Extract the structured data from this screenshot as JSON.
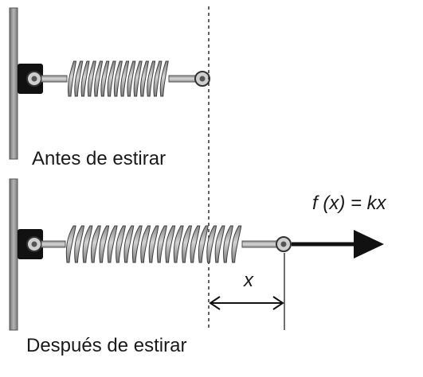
{
  "captions": {
    "before": "Antes de estirar",
    "after": "Después de estirar"
  },
  "force": {
    "label": "f (x) = kx"
  },
  "displacement": {
    "label": "x"
  },
  "colors": {
    "wall": "#8c8c8c",
    "spring": "#a9a9a9",
    "spring_edge": "#4a4a4a",
    "arrow": "#111111",
    "mount": "#111111",
    "text": "#1a1a1a"
  }
}
